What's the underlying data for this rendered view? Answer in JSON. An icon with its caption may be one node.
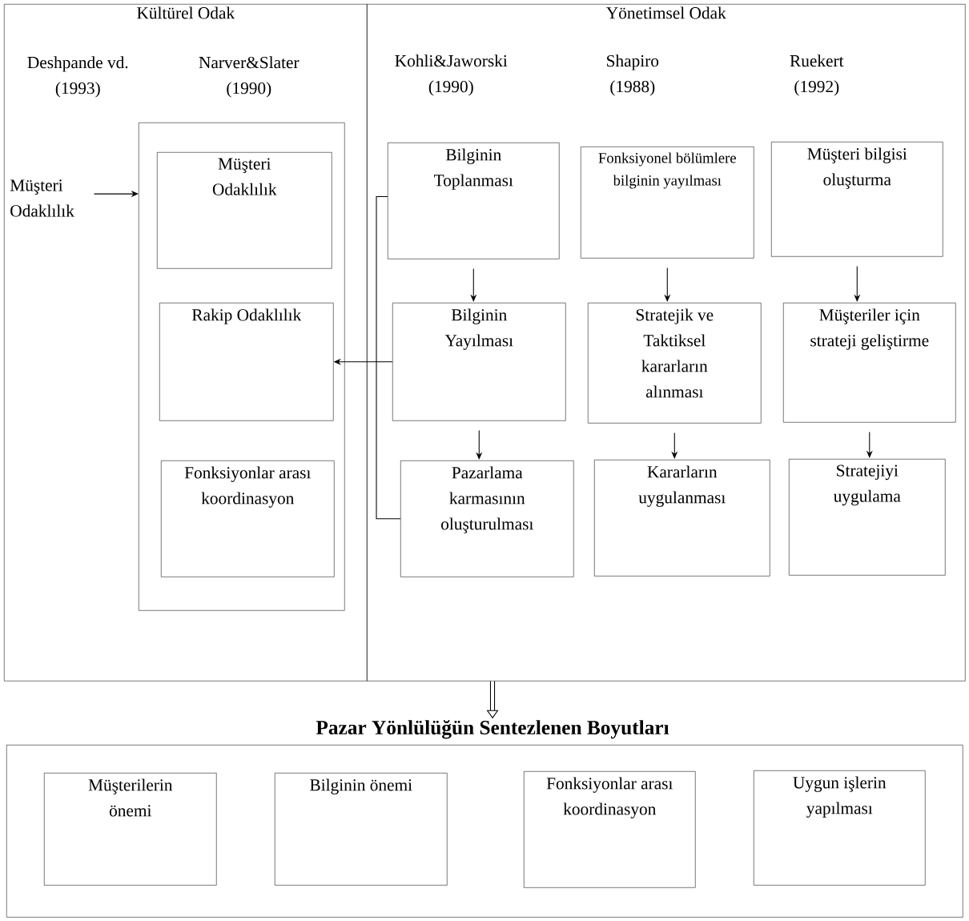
{
  "diagram": {
    "nodes": [
      {
        "text": [
          "Kültürel Odak"
        ]
      },
      {
        "text": [
          "Yönetimsel Odak"
        ]
      },
      {
        "text": [
          "Müşteri Odaklılık"
        ],
        "in": 0
      },
      {
        "text": [],
        "shape": "box",
        "in": 0
      },
      {
        "text": [
          "Müşteri Odaklılık"
        ],
        "in": 3
      },
      {
        "text": [
          "Rakip Odaklılık"
        ],
        "in": 3
      },
      {
        "text": [
          "Fonksiyonlar arası koordinasyon"
        ],
        "in": 3
      },
      {
        "text": [
          "Bilginin Toplanması"
        ],
        "in": 1
      },
      {
        "text": [
          "Fonksiyonel bölümlere bilginin yayılması"
        ],
        "in": 1
      },
      {
        "text": [
          "Müşteri bilgisi oluşturma"
        ],
        "in": 1
      },
      {
        "text": [
          "Bilginin Yayılması"
        ],
        "in": 1
      },
      {
        "text": [
          "Stratejik ve Taktiksel kararların alınması"
        ],
        "in": 1
      },
      {
        "text": [
          "Müşteriler için strateji geliştirme"
        ],
        "in": 1
      },
      {
        "text": [
          "Pazarlama karmasının oluşturulması"
        ],
        "in": 1
      },
      {
        "text": [
          "Kararların uygulanması"
        ],
        "in": 1
      },
      {
        "text": [
          "Stratejiyi uygulama"
        ],
        "in": 1
      },
      {
        "text": [
          "Pazar Yönlülüğün Sentezlenen Boyutları"
        ]
      },
      {
        "text": [
          "Müşterilerin önemi"
        ],
        "in": 16
      },
      {
        "text": [
          "Bilginin önemi"
        ],
        "in": 16
      },
      {
        "text": [
          "Fonksiyonlar arası koordinasyon"
        ],
        "in": 16
      },
      {
        "text": [
          "Uygun işlerin yapılması"
        ],
        "in": 16
      }
    ],
    "edges": [
      {
        "from": 2,
        "to": 3,
        "arrow": "to"
      },
      {
        "from": 7,
        "to": 10,
        "arrow": "to"
      },
      {
        "from": 8,
        "to": 11,
        "arrow": "to"
      },
      {
        "from": 9,
        "to": 12,
        "arrow": "to"
      },
      {
        "from": 10,
        "to": 5,
        "arrow": "to"
      },
      {
        "from": 10,
        "to": 13,
        "arrow": "to"
      },
      {
        "from": 11,
        "to": 14,
        "arrow": "to"
      },
      {
        "from": 12,
        "to": 15,
        "arrow": "to"
      },
      {
        "from": 7,
        "to": 13,
        "arrow": "none"
      },
      {
        "from": 1,
        "to": 16,
        "arrow": "to",
        "style": "thick"
      }
    ],
    "labels": [
      "Deshpande vd. (1993)",
      "Narver&Slater (1990)",
      "Kohli&Jaworski (1990)",
      "Shapiro (1988)",
      "Ruekert (1992)"
    ]
  }
}
